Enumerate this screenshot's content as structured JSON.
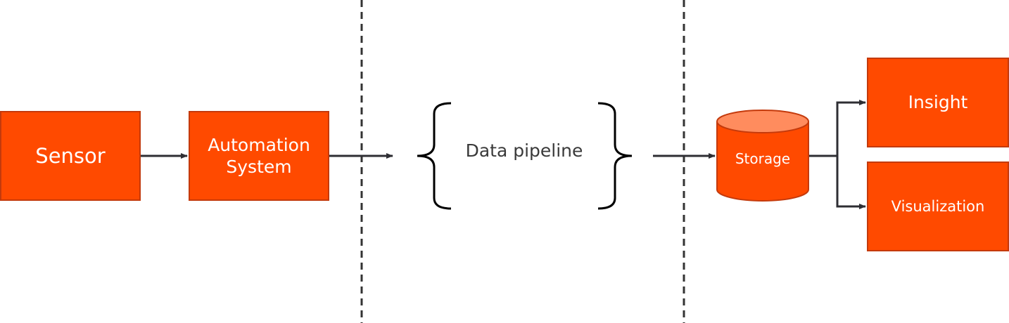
{
  "diagram": {
    "nodes": {
      "sensor": "Sensor",
      "automation_line1": "Automation",
      "automation_line2": "System",
      "pipeline": "Data pipeline",
      "storage": "Storage",
      "insight": "Insight",
      "visualization": "Visualization"
    },
    "colors": {
      "node_fill": "#ff4a00",
      "node_border": "#c43a0c",
      "cylinder_top": "#ff8c5e",
      "connector": "#2e2e33",
      "divider": "#333333",
      "label_text": "#3a3a3a",
      "node_text": "#ffffff"
    }
  }
}
